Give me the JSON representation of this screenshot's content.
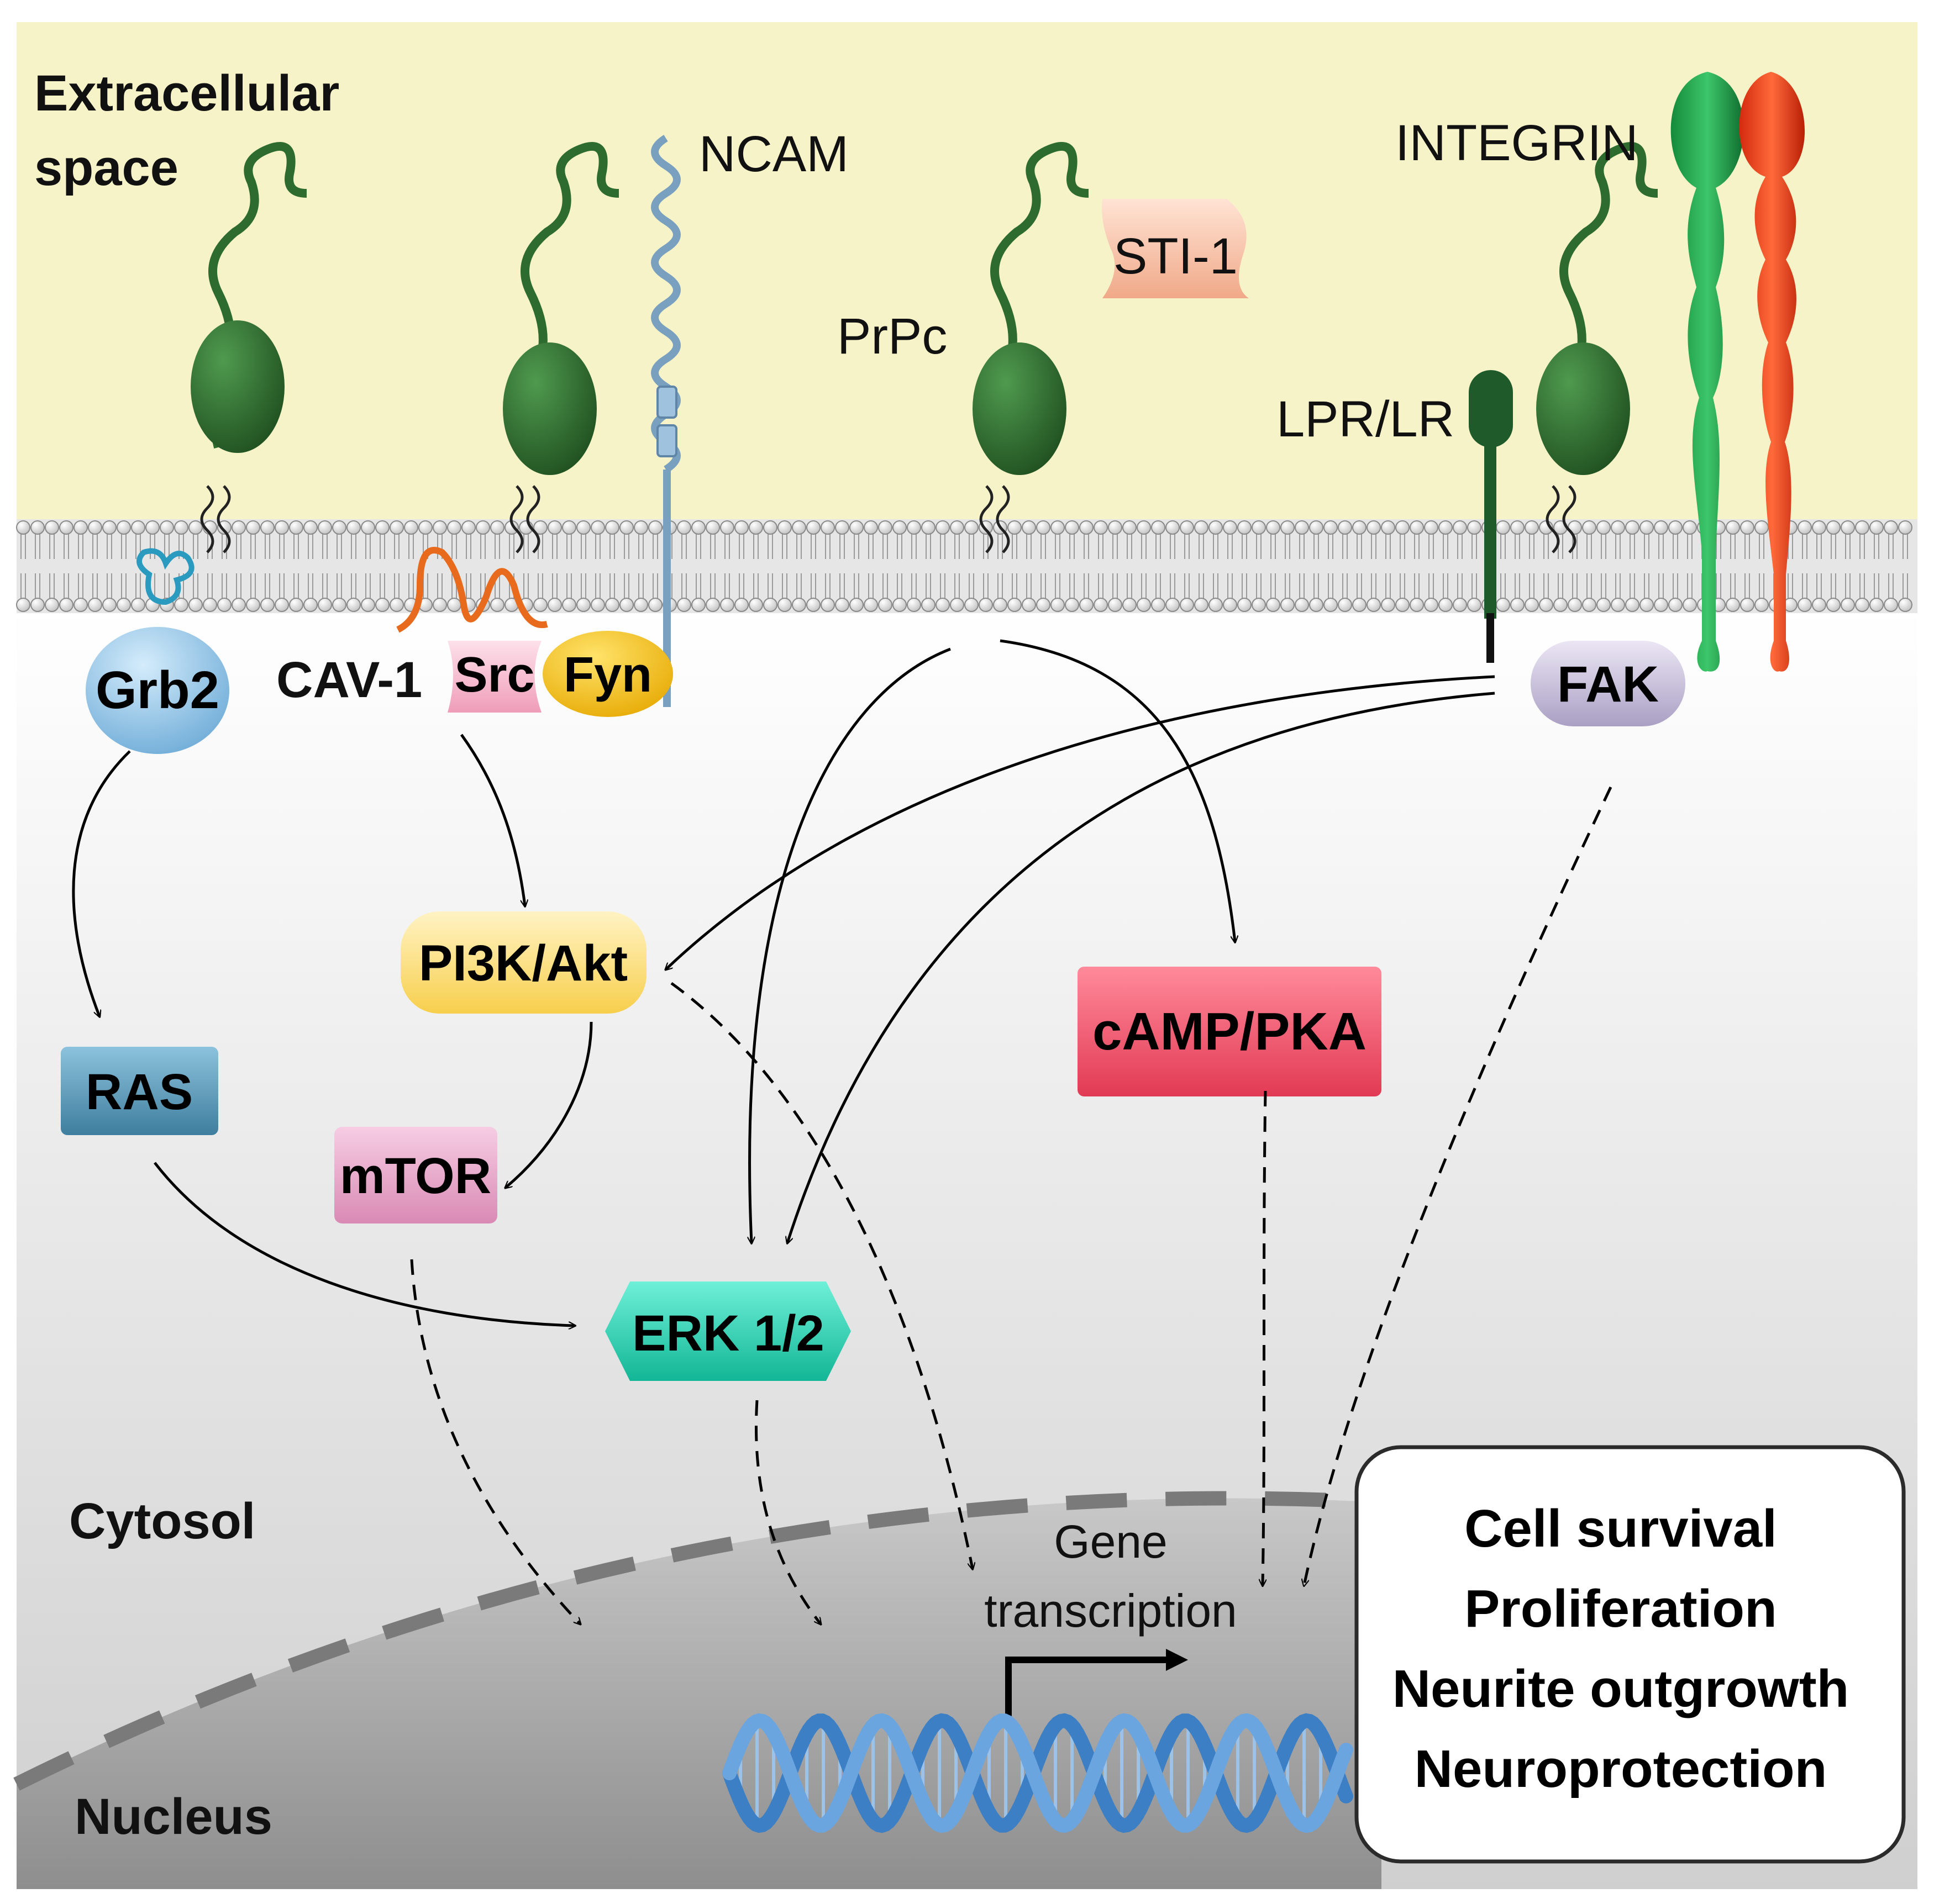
{
  "regions": {
    "extracellular": "Extracellular space",
    "extracellular_line1": "Extracellular",
    "extracellular_line2": "space",
    "cytosol": "Cytosol",
    "nucleus": "Nucleus"
  },
  "receptors": {
    "ncam": "NCAM",
    "sti1": "STI-1",
    "prpc": "PrPc",
    "lpr_lr": "LPR/LR",
    "integrin": "INTEGRIN"
  },
  "nodes": {
    "grb2": "Grb2",
    "cav1": "CAV-1",
    "src": "Src",
    "fyn": "Fyn",
    "fak": "FAK",
    "pi3k_akt": "PI3K/Akt",
    "ras": "RAS",
    "mtor": "mTOR",
    "erk": "ERK 1/2",
    "camp_pka": "cAMP/PKA"
  },
  "gene": {
    "line1": "Gene",
    "line2": "transcription"
  },
  "outcomes": [
    "Cell survival",
    "Proliferation",
    "Neurite outgrowth",
    "Neuroprotection"
  ],
  "colors": {
    "extracellular_bg": "#f7f3c8",
    "prion_green": "#2e6b2e",
    "integrin_green": "#1f9a4a",
    "integrin_red": "#e8391a",
    "grb2_blue": "#9ccbea",
    "src_pink": "#f6bfd0",
    "fyn_yellow": "#f4c400",
    "pi3k_yellow": "#fde48c",
    "ras_teal": "#5b9ab8",
    "mtor_pink": "#e8a2c6",
    "erk_cyan": "#22d0b0",
    "camp_red": "#f0566c",
    "fak_lavender": "#cbc4dc",
    "sti_peach": "#f7c9b2",
    "dna_blue": "#4f8fcf"
  }
}
